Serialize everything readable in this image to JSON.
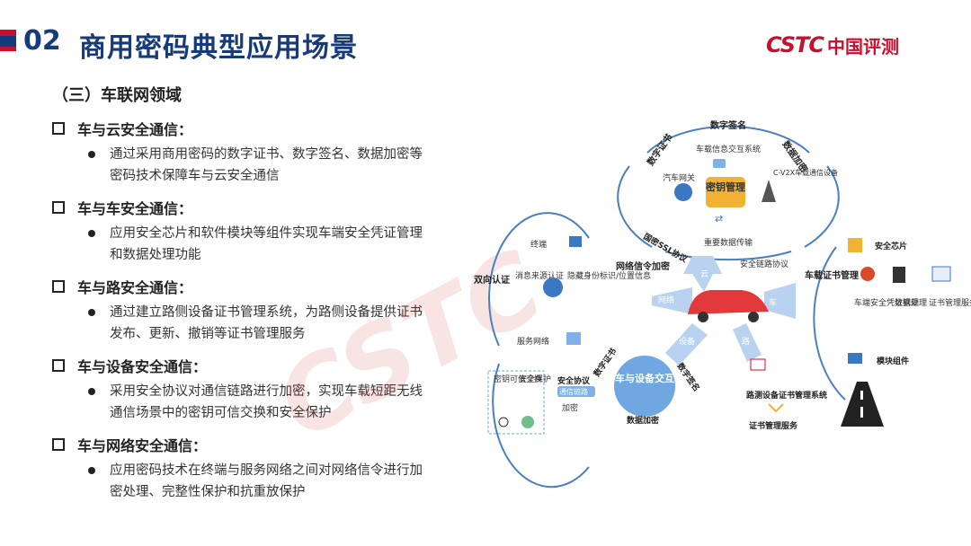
{
  "header": {
    "number": "02",
    "title": "商用密码典型应用场景",
    "logo_en": "CSTC",
    "logo_zh": "中国评测"
  },
  "section_title": "（三）车联网领域",
  "items": [
    {
      "title": "车与云安全通信：",
      "lines": [
        "通过采用商用密码的数字证书、数字签名、数据加密等",
        "密码技术保障车与云安全通信"
      ]
    },
    {
      "title": "车与车安全通信：",
      "lines": [
        "应用安全芯片和软件模块等组件实现车端安全凭证管理",
        "和数据处理功能"
      ]
    },
    {
      "title": "车与路安全通信：",
      "lines": [
        "通过建立路侧设备证书管理系统，为路侧设备提供证书",
        "发布、更新、撤销等证书管理服务"
      ]
    },
    {
      "title": "车与设备安全通信：",
      "lines": [
        "采用安全协议对通信链路进行加密，实现车载短距无线",
        "通信场景中的密钥可信交换和安全保护"
      ]
    },
    {
      "title": "车与网络安全通信：",
      "lines": [
        "应用密码技术在终端与服务网络之间对网络信令进行加",
        "密处理、完整性保护和抗重放保护"
      ]
    }
  ],
  "diagram": {
    "top": {
      "sign": "数字签名",
      "cert": "数字证书",
      "encrypt": "数据加密",
      "system": "车载信息交互系统",
      "gateway": "汽车网关",
      "key": "密钥管理",
      "cv2x": "C-V2X车载通信设备",
      "transfer": "重要数据传输",
      "ssl": "国密SSL协议"
    },
    "center": {
      "cloud": "云",
      "car2car": "车",
      "road": "路",
      "device": "设备",
      "network": "网络",
      "link": "安全链路协议"
    },
    "left": {
      "bidir": "双向认证",
      "terminal": "终端",
      "service": "服务网络",
      "msg": "消息来源认证",
      "hide": "隐藏身份标识/位置信息",
      "signal": "网络信令加密"
    },
    "right": {
      "mgmt": "车载证书管理",
      "chip": "安全芯片",
      "cred": "车端安全凭证管理",
      "proc": "数据处理",
      "certsvc": "证书管理服务",
      "module": "模块组件"
    },
    "bottom": {
      "interact": "车与设备交互",
      "cert": "数字证书",
      "sign": "数字签名",
      "encrypt": "数据加密",
      "protocol": "安全协议",
      "channel": "通信链路",
      "enc": "加密",
      "keyx": "密钥可信交换",
      "protect": "安全保护",
      "roadsys": "路测设备证书管理系统",
      "roadsvc": "证书管理服务"
    }
  }
}
